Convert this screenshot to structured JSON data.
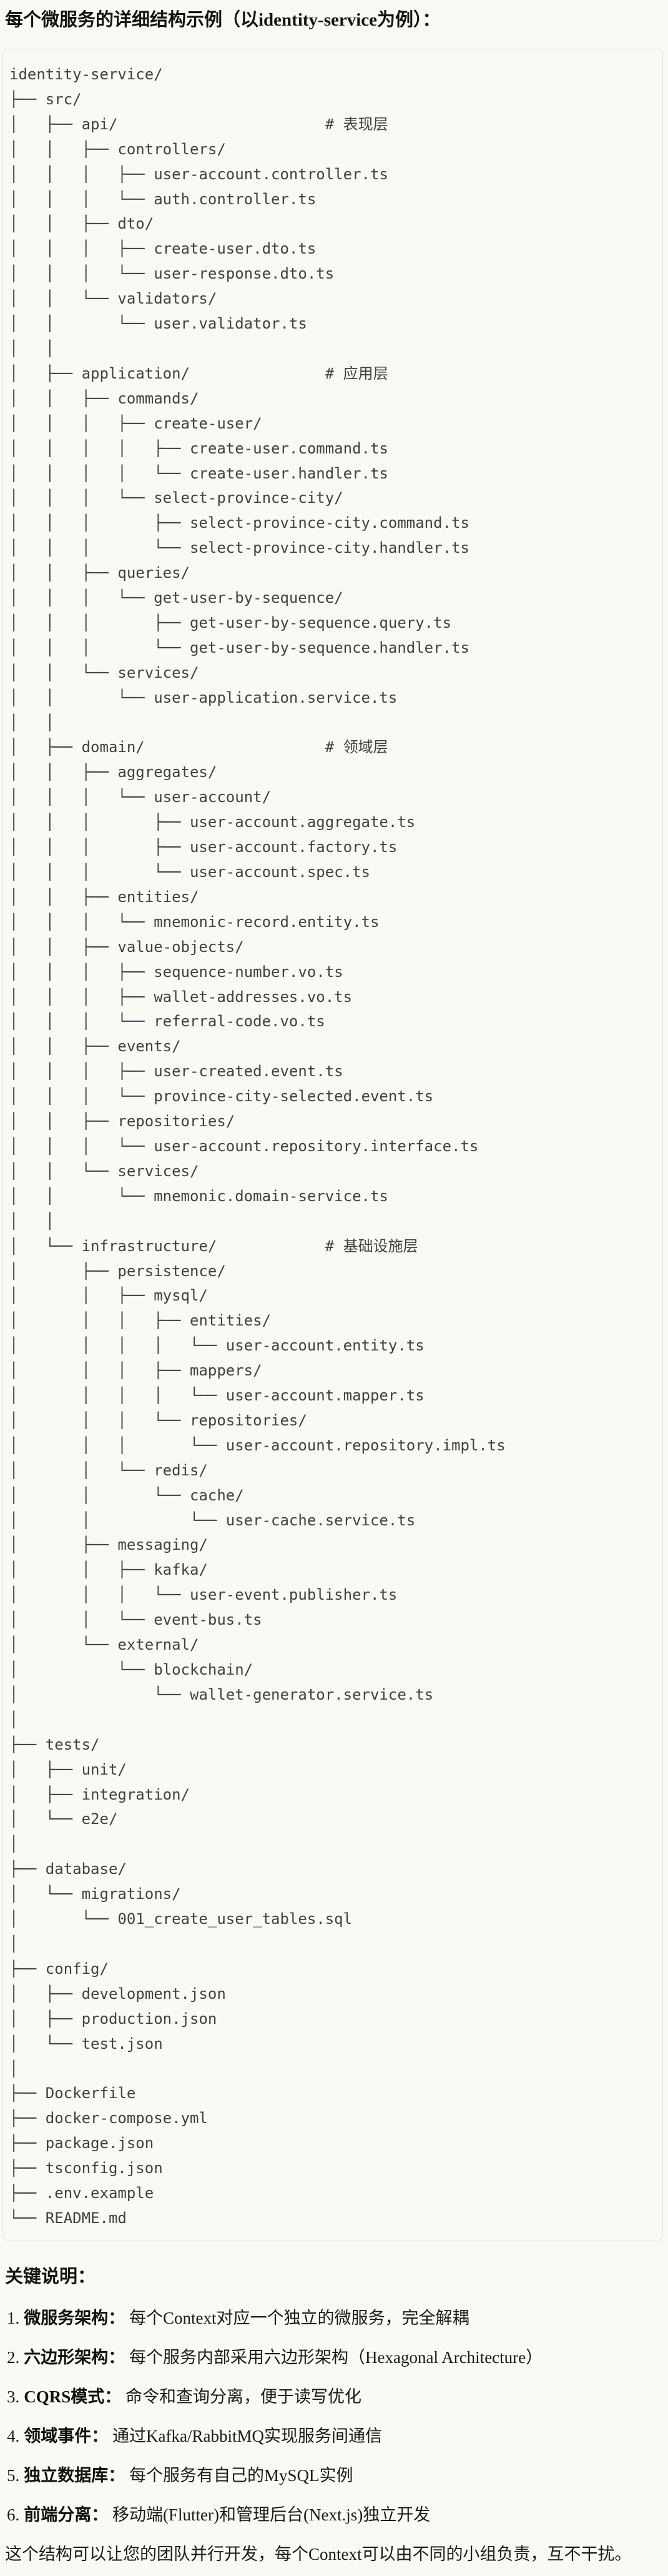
{
  "page": {
    "title": "每个微服务的详细结构示例（以identity-service为例）："
  },
  "colors": {
    "page_background": "#faf9f5",
    "code_block_background": "#faf9f4",
    "code_block_border": "#e3e1d8",
    "tree_text": "#42413b",
    "body_text": "#1b1a15"
  },
  "code_block": {
    "layer_comments": [
      "# 表现层",
      "# 应用层",
      "# 领域层",
      "# 基础设施层"
    ],
    "lines": [
      "identity-service/",
      "├── src/",
      "│   ├── api/                       # 表现层",
      "│   │   ├── controllers/",
      "│   │   │   ├── user-account.controller.ts",
      "│   │   │   └── auth.controller.ts",
      "│   │   ├── dto/",
      "│   │   │   ├── create-user.dto.ts",
      "│   │   │   └── user-response.dto.ts",
      "│   │   └── validators/",
      "│   │       └── user.validator.ts",
      "│   │",
      "│   ├── application/               # 应用层",
      "│   │   ├── commands/",
      "│   │   │   ├── create-user/",
      "│   │   │   │   ├── create-user.command.ts",
      "│   │   │   │   └── create-user.handler.ts",
      "│   │   │   └── select-province-city/",
      "│   │   │       ├── select-province-city.command.ts",
      "│   │   │       └── select-province-city.handler.ts",
      "│   │   ├── queries/",
      "│   │   │   └── get-user-by-sequence/",
      "│   │   │       ├── get-user-by-sequence.query.ts",
      "│   │   │       └── get-user-by-sequence.handler.ts",
      "│   │   └── services/",
      "│   │       └── user-application.service.ts",
      "│   │",
      "│   ├── domain/                    # 领域层",
      "│   │   ├── aggregates/",
      "│   │   │   └── user-account/",
      "│   │   │       ├── user-account.aggregate.ts",
      "│   │   │       ├── user-account.factory.ts",
      "│   │   │       └── user-account.spec.ts",
      "│   │   ├── entities/",
      "│   │   │   └── mnemonic-record.entity.ts",
      "│   │   ├── value-objects/",
      "│   │   │   ├── sequence-number.vo.ts",
      "│   │   │   ├── wallet-addresses.vo.ts",
      "│   │   │   └── referral-code.vo.ts",
      "│   │   ├── events/",
      "│   │   │   ├── user-created.event.ts",
      "│   │   │   └── province-city-selected.event.ts",
      "│   │   ├── repositories/",
      "│   │   │   └── user-account.repository.interface.ts",
      "│   │   └── services/",
      "│   │       └── mnemonic.domain-service.ts",
      "│   │",
      "│   └── infrastructure/            # 基础设施层",
      "│       ├── persistence/",
      "│       │   ├── mysql/",
      "│       │   │   ├── entities/",
      "│       │   │   │   └── user-account.entity.ts",
      "│       │   │   ├── mappers/",
      "│       │   │   │   └── user-account.mapper.ts",
      "│       │   │   └── repositories/",
      "│       │   │       └── user-account.repository.impl.ts",
      "│       │   └── redis/",
      "│       │       └── cache/",
      "│       │           └── user-cache.service.ts",
      "│       ├── messaging/",
      "│       │   ├── kafka/",
      "│       │   │   └── user-event.publisher.ts",
      "│       │   └── event-bus.ts",
      "│       └── external/",
      "│           └── blockchain/",
      "│               └── wallet-generator.service.ts",
      "│",
      "├── tests/",
      "│   ├── unit/",
      "│   ├── integration/",
      "│   └── e2e/",
      "│",
      "├── database/",
      "│   └── migrations/",
      "│       └── 001_create_user_tables.sql",
      "│",
      "├── config/",
      "│   ├── development.json",
      "│   ├── production.json",
      "│   └── test.json",
      "│",
      "├── Dockerfile",
      "├── docker-compose.yml",
      "├── package.json",
      "├── tsconfig.json",
      "├── .env.example",
      "└── README.md"
    ]
  },
  "notes": {
    "heading": "关键说明：",
    "items": [
      {
        "number": "1.",
        "term": "微服务架构",
        "colon": "：",
        "text": "每个Context对应一个独立的微服务，完全解耦"
      },
      {
        "number": "2.",
        "term": "六边形架构",
        "colon": "：",
        "text": "每个服务内部采用六边形架构（Hexagonal Architecture）"
      },
      {
        "number": "3.",
        "term": "CQRS模式",
        "colon": "：",
        "text": "命令和查询分离，便于读写优化"
      },
      {
        "number": "4.",
        "term": "领域事件",
        "colon": "：",
        "text": "通过Kafka/RabbitMQ实现服务间通信"
      },
      {
        "number": "5.",
        "term": "独立数据库",
        "colon": "：",
        "text": "每个服务有自己的MySQL实例"
      },
      {
        "number": "6.",
        "term": "前端分离",
        "colon": "：",
        "text": "移动端(Flutter)和管理后台(Next.js)独立开发"
      }
    ],
    "closing": "这个结构可以让您的团队并行开发，每个Context可以由不同的小组负责，互不干扰。"
  }
}
